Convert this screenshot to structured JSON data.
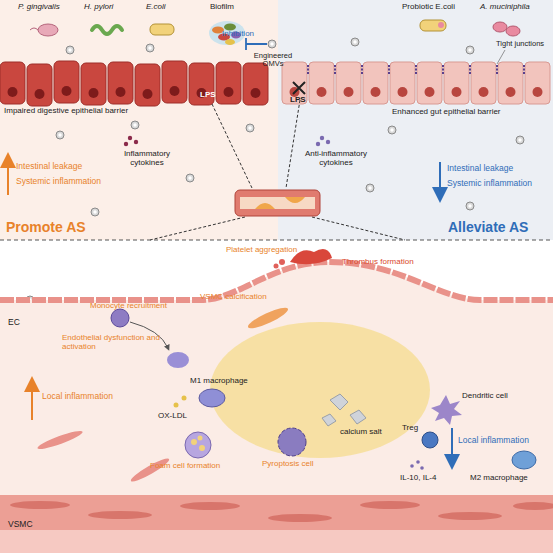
{
  "diagram": {
    "labels": [
      "P. gingivalis",
      "H. pylori",
      "E.coli",
      "Biofilm",
      "Probiotic E.coli",
      "A. muciniphila",
      "Inhibition",
      "Engineered OMVs",
      "Tight junctions",
      "LPS",
      "LPS",
      "Impaired digestive epithelial barrier",
      "Enhanced gut epithelial barrier",
      "Inflammatory cytokines",
      "Anti-inflammatory cytokines",
      "Intestinal leakage",
      "Systemic inflammation",
      "Intestinal leakage",
      "Systemic inflammation",
      "Promote AS",
      "Alleviate AS",
      "Platelet aggregation",
      "Thrombus formation",
      "VSMC calcification",
      "Monocyte recruitment",
      "EC",
      "Endothelial dysfunction and activation",
      "Local inflammation",
      "M1 macrophage",
      "OX-LDL",
      "calcium salt",
      "Foam cell formation",
      "Pyroptosis cell",
      "Dendritic cell",
      "Treg",
      "Local inflammation",
      "IL-10, IL-4",
      "M2 macrophage",
      "VSMC"
    ]
  }
}
